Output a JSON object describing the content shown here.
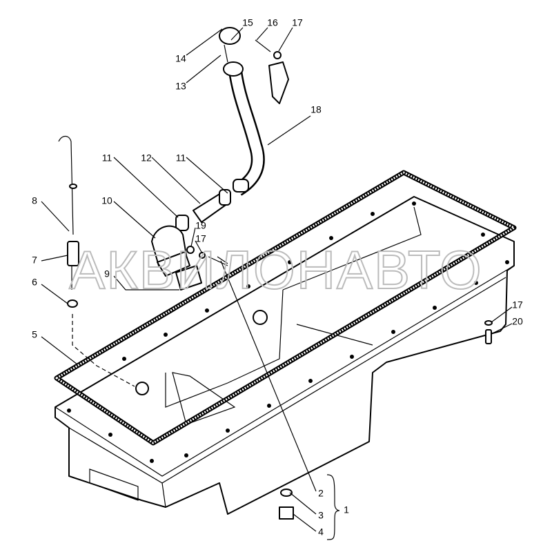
{
  "watermark": "АКВИЛОНАВТО",
  "labels": {
    "l14": "14",
    "l15": "15",
    "l16": "16",
    "l17a": "17",
    "l13": "13",
    "l18": "18",
    "l11a": "11",
    "l12": "12",
    "l11b": "11",
    "l10": "10",
    "l19": "19",
    "l17b": "17",
    "l8": "8",
    "l7": "7",
    "l6": "6",
    "l9": "9",
    "l5": "5",
    "l17c": "17",
    "l20": "20",
    "l2": "2",
    "l3": "3",
    "l4": "4",
    "l1": "1"
  }
}
